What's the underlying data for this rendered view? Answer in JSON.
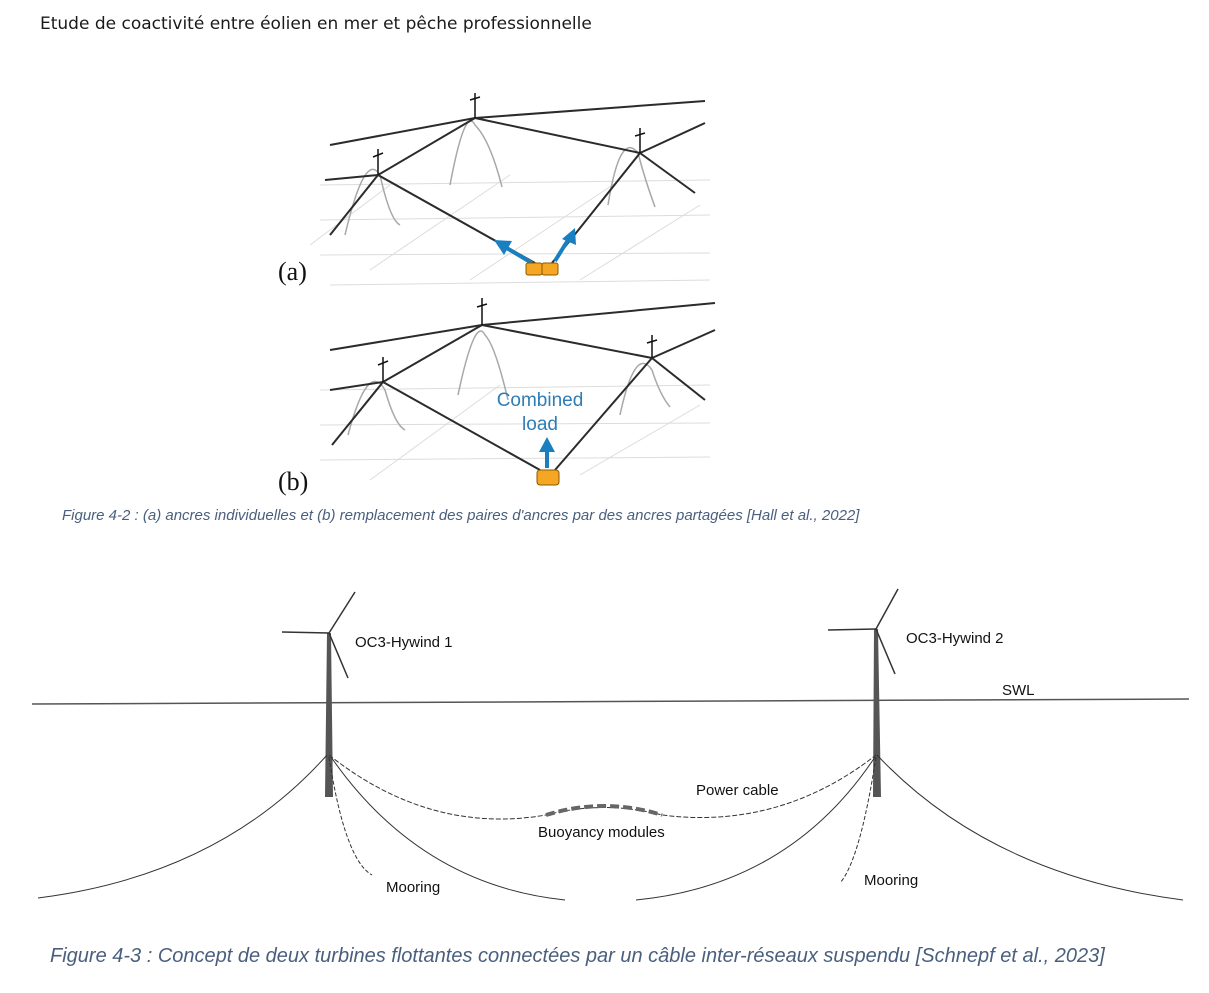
{
  "header": {
    "title": "Etude de coactivité entre éolien en mer et pêche professionnelle"
  },
  "figure1": {
    "panel_a": "(a)",
    "panel_b": "(b)",
    "annotation_line1": "Combined",
    "annotation_line2": "load",
    "caption": "Figure 4-2 : (a) ancres individuelles et (b) remplacement des paires d'ancres par des ancres partagées [Hall et al., 2022]",
    "colors": {
      "anchor": "#f5a623",
      "arrow": "#1a7fc1",
      "line": "#2b2b2b",
      "grid": "#d9d9d9"
    }
  },
  "figure2": {
    "turbine1_label": "OC3-Hywind 1",
    "turbine2_label": "OC3-Hywind 2",
    "swl_label": "SWL",
    "power_cable_label": "Power cable",
    "buoyancy_label": "Buoyancy modules",
    "mooring1_label": "Mooring",
    "mooring2_label": "Mooring",
    "caption": "Figure 4-3 : Concept de deux turbines flottantes connectées par un câble inter-réseaux suspendu [Schnepf et al., 2023]"
  }
}
